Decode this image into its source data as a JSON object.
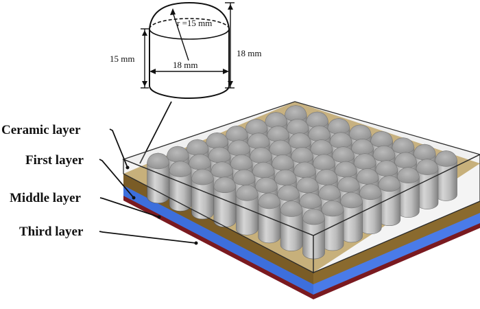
{
  "layers": {
    "ceramic": "Ceramic layer",
    "first": "First layer",
    "middle": "Middle layer",
    "third": "Third layer"
  },
  "cylinder": {
    "radius_label": "r =15 mm",
    "height_label": "15 mm",
    "diameter_label": "18 mm",
    "total_height_label": "18 mm"
  },
  "grid": {
    "rows": 8,
    "cols": 8
  },
  "colors": {
    "ceramic": "#9a9a9a",
    "first": "#8a6a2e",
    "middle": "#4a7be8",
    "third": "#7a1a20",
    "enclosure": "#c8c8c8"
  }
}
